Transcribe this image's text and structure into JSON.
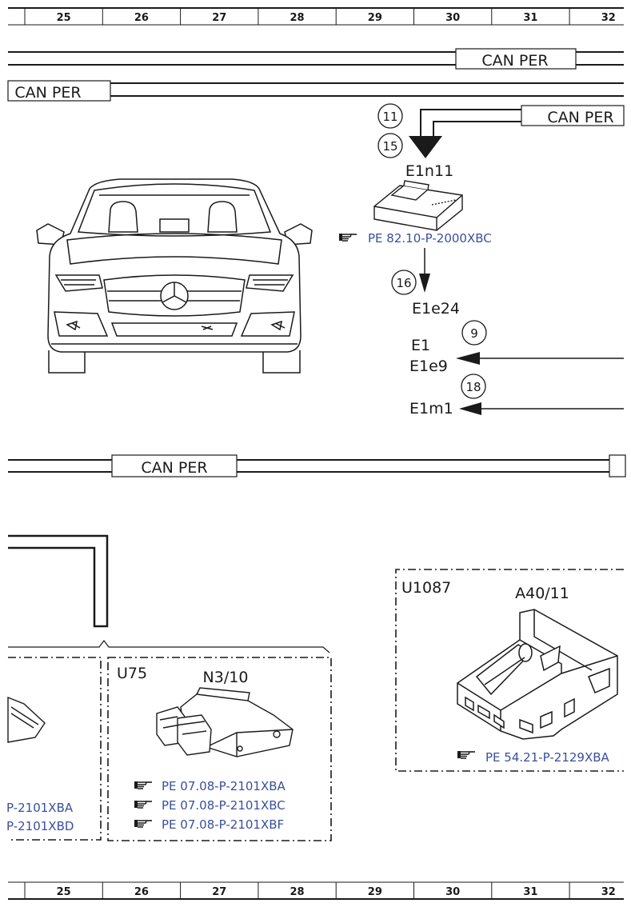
{
  "colors": {
    "ink": "#1a1a1a",
    "link": "#3a4f9c"
  },
  "grid_columns": [
    "25",
    "26",
    "27",
    "28",
    "29",
    "30",
    "31",
    "32"
  ],
  "bus_labels": {
    "can_per_top_right": "CAN PER",
    "can_per_top_left": "CAN PER",
    "can_per_branch": "CAN PER",
    "can_per_mid": "CAN PER"
  },
  "connectors": {
    "c11": "11",
    "c15": "15",
    "c16": "16",
    "c9": "9",
    "c18": "18"
  },
  "components": {
    "e1n11": "E1n11",
    "e1e24": "E1e24",
    "e1": "E1",
    "e1e9": "E1e9",
    "e1m1": "E1m1"
  },
  "references": {
    "e1n11_ref": "PE 82.10-P-2000XBC",
    "left_ref_1": "P-2101XBA",
    "left_ref_2": "P-2101XBD",
    "u75_refs": [
      "PE 07.08-P-2101XBA",
      "PE 07.08-P-2101XBC",
      "PE 07.08-P-2101XBF"
    ],
    "u1087_ref": "PE 54.21-P-2129XBA"
  },
  "boxes": {
    "u75_location": "U75",
    "u75_component": "N3/10",
    "u1087_location": "U1087",
    "u1087_component": "A40/11"
  },
  "icons": [
    "car-front-icon",
    "pointing-hand-icon",
    "module-icon",
    "ecu-icon",
    "control-unit-icon"
  ]
}
